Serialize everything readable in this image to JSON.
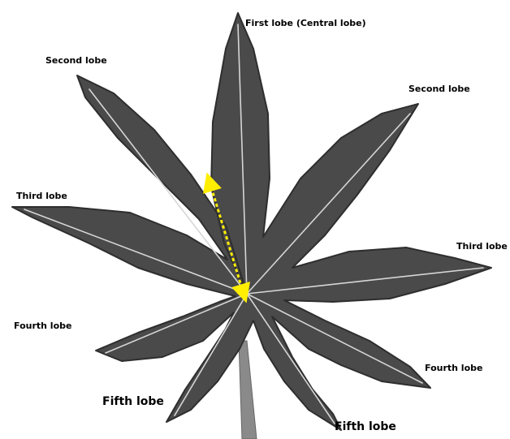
{
  "labels": {
    "first_lobe": "First lobe (Central lobe)",
    "second_lobe_left": "Second lobe",
    "second_lobe_right": "Second lobe",
    "third_lobe_left": "Third lobe",
    "third_lobe_right": "Third lobe",
    "fourth_lobe_left": "Fourth lobe",
    "fourth_lobe_right": "Fourth lobe",
    "fifth_lobe_left": "Fifth lobe",
    "fifth_lobe_right": "Fifth lobe"
  },
  "colors": {
    "leaf_fill": "#4a4a4a",
    "leaf_edge": "#2e2e2e",
    "vein": "#d6d6d6",
    "measure_arrow": "#ffee00",
    "label_text": "#000000",
    "background": "#ffffff"
  }
}
